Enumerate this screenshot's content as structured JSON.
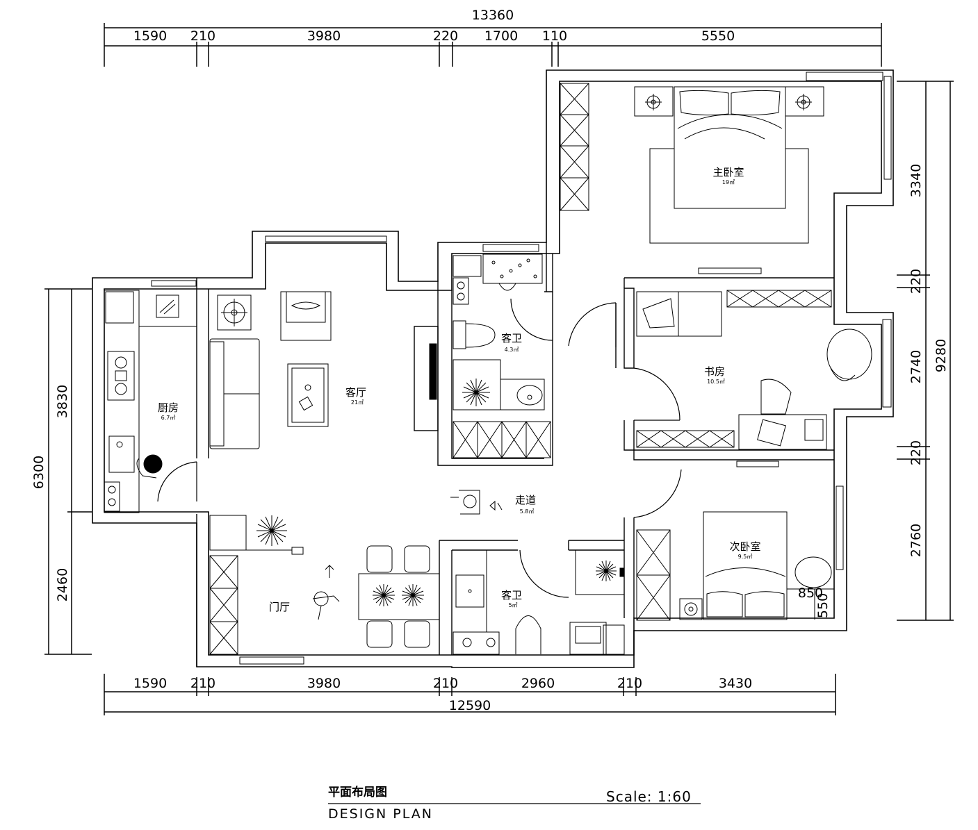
{
  "dims": {
    "top_total": "13360",
    "top_segments": [
      "1590",
      "210",
      "3980",
      "220",
      "1700",
      "110",
      "5550"
    ],
    "bottom_total": "12590",
    "bottom_segments": [
      "1590",
      "210",
      "3980",
      "210",
      "2960",
      "210",
      "3430"
    ],
    "left_total": "6300",
    "left_segments": [
      "3830",
      "2460"
    ],
    "right_total": "9280",
    "right_segments": [
      "3340",
      "220",
      "2740",
      "220",
      "2760"
    ],
    "bed_detail": [
      "850",
      "550"
    ]
  },
  "rooms": {
    "master_bedroom": {
      "name": "主卧室",
      "area": "19㎡"
    },
    "study": {
      "name": "书房",
      "area": "10.5㎡"
    },
    "second_bedroom": {
      "name": "次卧室",
      "area": "9.5㎡"
    },
    "living_room": {
      "name": "客厅",
      "area": "21㎡"
    },
    "kitchen": {
      "name": "厨房",
      "area": "6.7㎡"
    },
    "guest_bath_top": {
      "name": "客卫",
      "area": "4.3㎡"
    },
    "guest_bath_bottom": {
      "name": "客卫",
      "area": "5㎡"
    },
    "corridor": {
      "name": "走道",
      "area": "5.8㎡"
    },
    "foyer": {
      "name": "门厅",
      "area": ""
    }
  },
  "title": {
    "cn": "平面布局图",
    "en": "DESIGN PLAN",
    "scale": "Scale: 1:60"
  }
}
